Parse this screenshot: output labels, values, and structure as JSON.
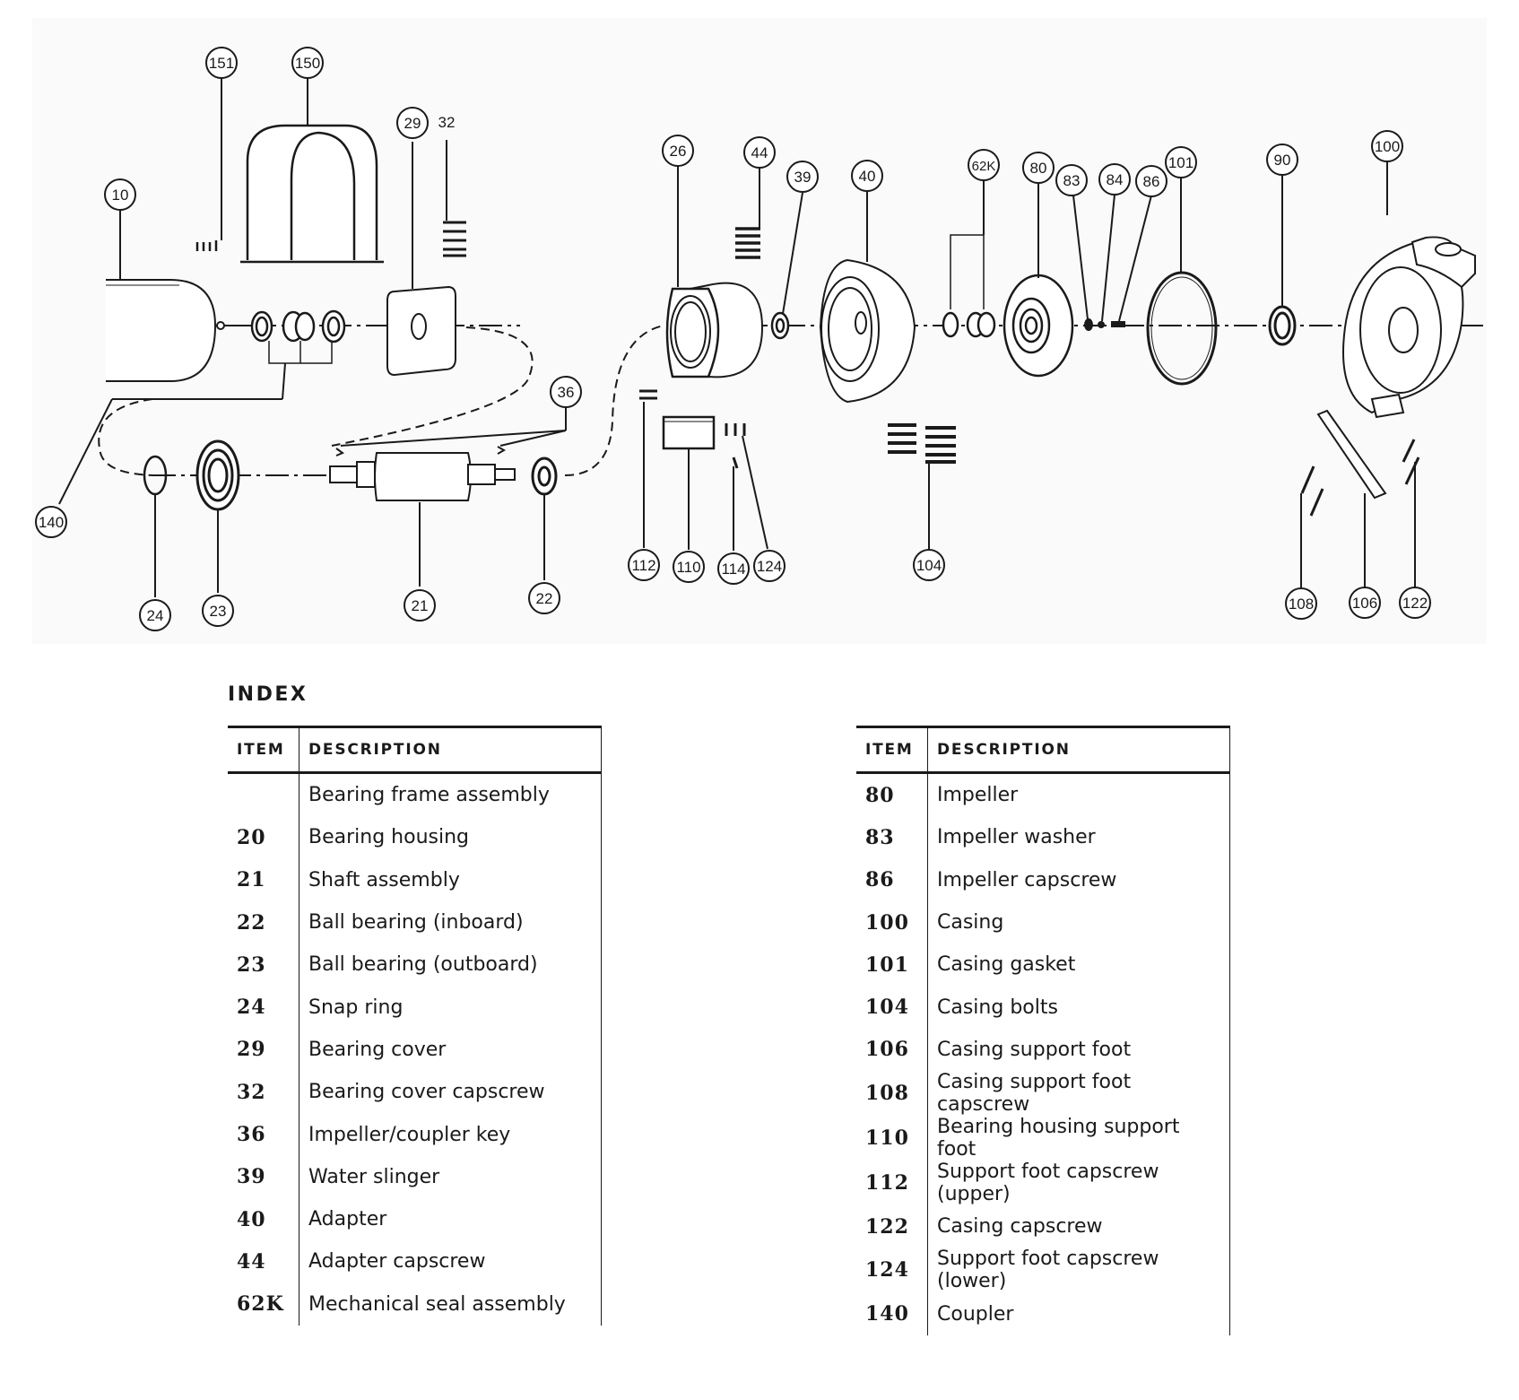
{
  "diagram": {
    "callouts": [
      "151",
      "150",
      "29",
      "32",
      "10",
      "26",
      "44",
      "39",
      "40",
      "62K",
      "80",
      "83",
      "84",
      "86",
      "101",
      "90",
      "100",
      "36",
      "140",
      "24",
      "23",
      "21",
      "22",
      "112",
      "110",
      "114",
      "124",
      "104",
      "108",
      "106",
      "122"
    ]
  },
  "index": {
    "title": "INDEX",
    "headers": {
      "item": "ITEM",
      "description": "DESCRIPTION"
    },
    "left_rows": [
      {
        "item": "",
        "description": "Bearing frame assembly"
      },
      {
        "item": "20",
        "description": "Bearing housing"
      },
      {
        "item": "21",
        "description": "Shaft assembly"
      },
      {
        "item": "22",
        "description": "Ball bearing (inboard)"
      },
      {
        "item": "23",
        "description": "Ball bearing (outboard)"
      },
      {
        "item": "24",
        "description": "Snap ring"
      },
      {
        "item": "29",
        "description": "Bearing cover"
      },
      {
        "item": "32",
        "description": "Bearing cover capscrew"
      },
      {
        "item": "36",
        "description": "Impeller/coupler key"
      },
      {
        "item": "39",
        "description": "Water slinger"
      },
      {
        "item": "40",
        "description": "Adapter"
      },
      {
        "item": "44",
        "description": "Adapter capscrew"
      },
      {
        "item": "62K",
        "description": "Mechanical seal assembly"
      }
    ],
    "right_rows": [
      {
        "item": "80",
        "description": "Impeller"
      },
      {
        "item": "83",
        "description": "Impeller washer"
      },
      {
        "item": "86",
        "description": "Impeller capscrew"
      },
      {
        "item": "100",
        "description": "Casing"
      },
      {
        "item": "101",
        "description": "Casing gasket"
      },
      {
        "item": "104",
        "description": "Casing bolts"
      },
      {
        "item": "106",
        "description": "Casing support foot"
      },
      {
        "item": "108",
        "description": "Casing support foot capscrew"
      },
      {
        "item": "110",
        "description": "Bearing housing support foot"
      },
      {
        "item": "112",
        "description": "Support foot capscrew (upper)"
      },
      {
        "item": "122",
        "description": "Casing capscrew"
      },
      {
        "item": "124",
        "description": "Support foot capscrew (lower)"
      },
      {
        "item": "140",
        "description": "Coupler"
      }
    ]
  }
}
